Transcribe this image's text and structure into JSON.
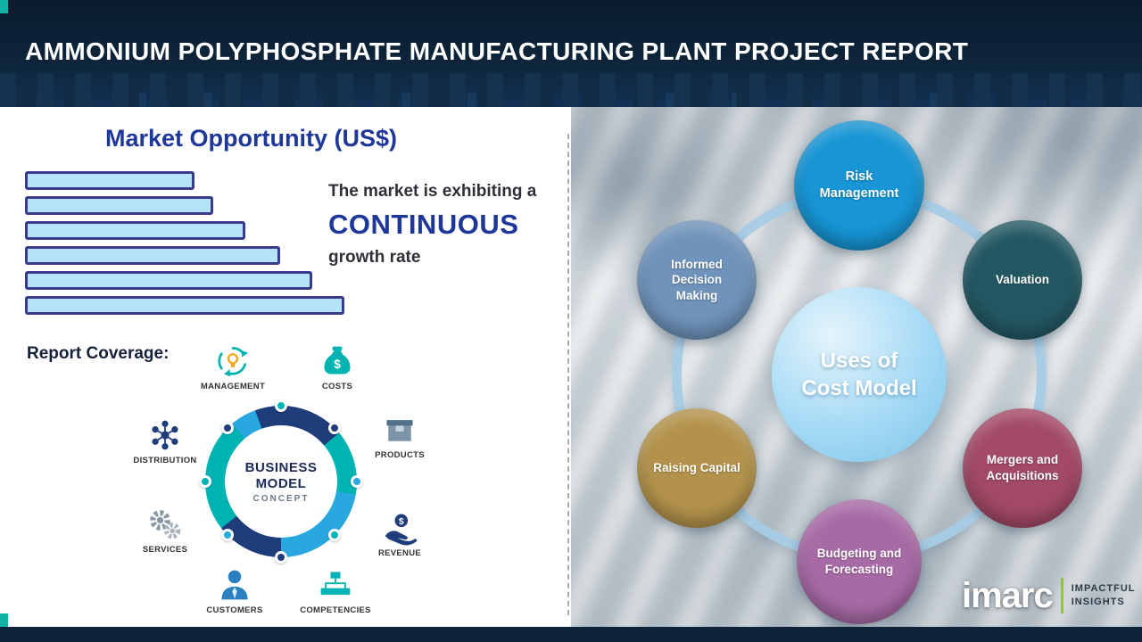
{
  "header": {
    "title": "AMMONIUM POLYPHOSPHATE MANUFACTURING PLANT PROJECT REPORT"
  },
  "market": {
    "title": "Market Opportunity (US$)",
    "statement_line1": "The market is exhibiting a",
    "statement_line2": "CONTINUOUS",
    "statement_line3": "growth rate",
    "report_coverage_label": "Report Coverage:"
  },
  "chart_data": {
    "type": "bar",
    "orientation": "horizontal",
    "title": "Market Opportunity (US$)",
    "values": [
      53,
      59,
      69,
      80,
      90,
      100
    ],
    "value_note": "relative bar lengths as % of longest bar; no axis or data labels shown",
    "grid": false,
    "axis_labels_visible": false,
    "bar_fill": "#b5e3f7",
    "bar_border": "#3a3a8c"
  },
  "business_model": {
    "center_line1": "BUSINESS",
    "center_line2": "MODEL",
    "center_line3": "CONCEPT",
    "items": [
      {
        "label": "MANAGEMENT",
        "icon": "recycle-idea-icon"
      },
      {
        "label": "COSTS",
        "icon": "money-bag-icon"
      },
      {
        "label": "DISTRIBUTION",
        "icon": "network-icon"
      },
      {
        "label": "PRODUCTS",
        "icon": "box-icon"
      },
      {
        "label": "SERVICES",
        "icon": "gears-icon"
      },
      {
        "label": "REVENUE",
        "icon": "hand-coin-icon"
      },
      {
        "label": "CUSTOMERS",
        "icon": "person-icon"
      },
      {
        "label": "COMPETENCIES",
        "icon": "org-chart-icon"
      }
    ]
  },
  "cost_model": {
    "center_label": "Uses of\nCost Model",
    "nodes": [
      {
        "label": "Risk Management",
        "color": "#1795d4"
      },
      {
        "label": "Valuation",
        "color": "#235863"
      },
      {
        "label": "Mergers and Acquisitions",
        "color": "#a34a66"
      },
      {
        "label": "Budgeting and Forecasting",
        "color": "#a76aa5"
      },
      {
        "label": "Raising Capital",
        "color": "#b3934c"
      },
      {
        "label": "Informed Decision Making",
        "color": "#6f93ba"
      }
    ]
  },
  "logo": {
    "brand": "imarc",
    "tagline_line1": "IMPACTFUL",
    "tagline_line2": "INSIGHTS"
  },
  "colors": {
    "header_navy": "#0d2439",
    "accent_teal": "#12b2a6",
    "title_blue": "#1e3799",
    "ring_light_blue": "#a5cbe4",
    "center_circle_blue": "#9ed4f2",
    "logo_green": "#8dc63f"
  }
}
